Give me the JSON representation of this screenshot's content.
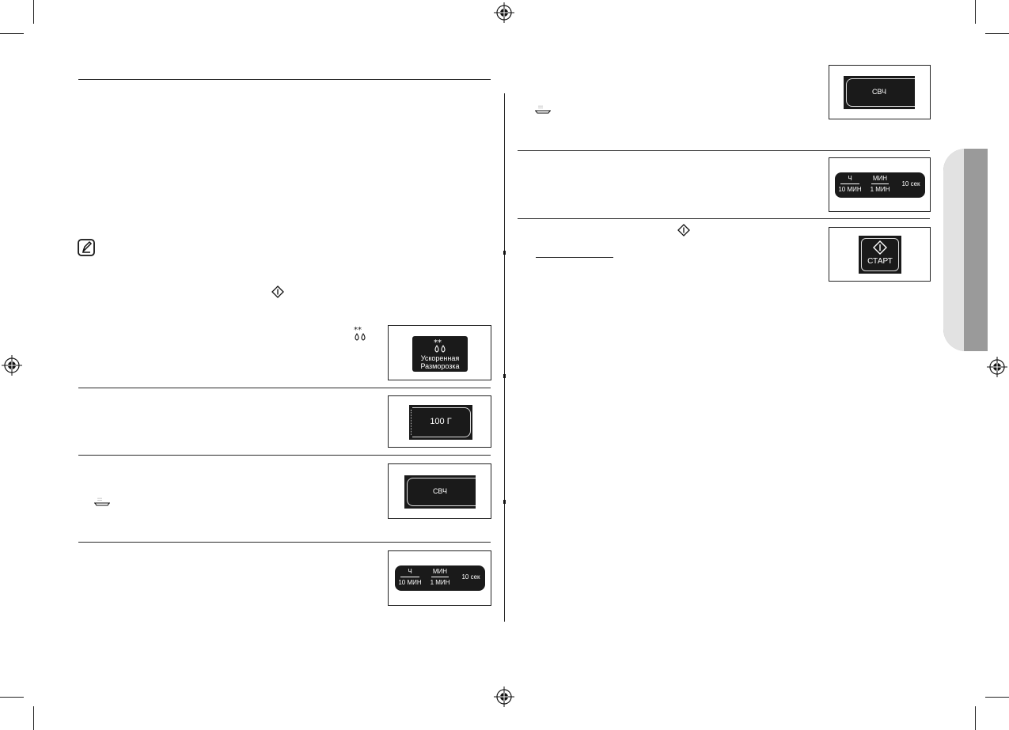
{
  "panels": {
    "defrost_label": "Ускоренная",
    "defrost_label2": "Разморозка",
    "weight": "100 Г",
    "mw_left": "СВЧ",
    "mw_right": "СВЧ",
    "time_left": {
      "hour_top": "Ч",
      "hour_bottom": "10 МИН",
      "min_top": "МИН",
      "min_bottom": "1 МИН",
      "sec": "10 сек"
    },
    "time_right": {
      "hour_top": "Ч",
      "hour_bottom": "10 МИН",
      "min_top": "МИН",
      "min_bottom": "1 МИН",
      "sec": "10 сек"
    },
    "start": "СТАРТ"
  },
  "icons": [
    "note-icon",
    "start-icon",
    "defrost-icon",
    "steam-icon",
    "registration-mark-icon"
  ],
  "colors": {
    "ink": "#1a1a1a",
    "tab_light": "#e2e2e2",
    "tab_dark": "#9a9a9a"
  }
}
